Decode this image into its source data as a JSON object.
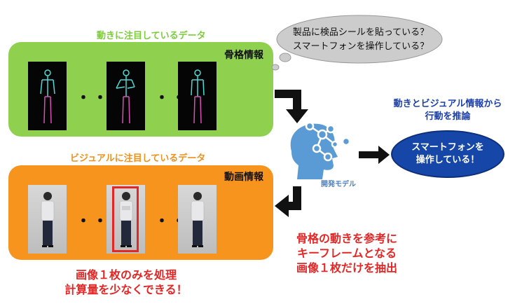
{
  "captions": {
    "skeleton_data": "動きに注目しているデータ",
    "visual_data": "ビジュアルに注目しているデータ"
  },
  "panels": {
    "skeleton_title": "骨格情報",
    "video_title": "動画情報",
    "ellipsis": "・・・"
  },
  "thought_cloud": {
    "line1": "製品に検品シールを貼っている？",
    "line2": "スマートフォンを操作している？"
  },
  "model": {
    "label": "開発モデル"
  },
  "inference": {
    "line1": "動きとビジュアル情報から",
    "line2": "行動を推論"
  },
  "result": {
    "line1": "スマートフォンを",
    "line2": "操作している！"
  },
  "bottom_left": {
    "line1": "画像１枚のみを処理",
    "line2": "計算量を少なくできる！"
  },
  "bottom_right": {
    "line1": "骨格の動きを参考に",
    "line2": "キーフレームとなる",
    "line3": "画像１枚だけを抽出"
  },
  "colors": {
    "green_panel": "#8fd14f",
    "orange_panel": "#f7941d",
    "model_blue": "#5b9bd5",
    "result_ellipse": "#1546a8",
    "highlight_red": "#e32626"
  }
}
